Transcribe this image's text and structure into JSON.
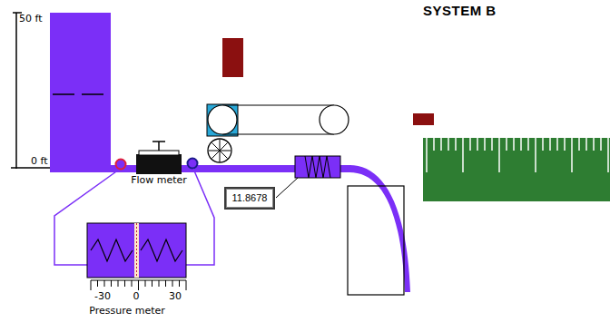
{
  "diagram": {
    "title": "SYSTEM B",
    "nodes": [
      {
        "text": [
          "11.8678"
        ]
      }
    ],
    "labels": [
      "50 ft",
      "0 ft",
      "Flow meter",
      "-30",
      "0",
      "30",
      "Pressure meter"
    ]
  }
}
